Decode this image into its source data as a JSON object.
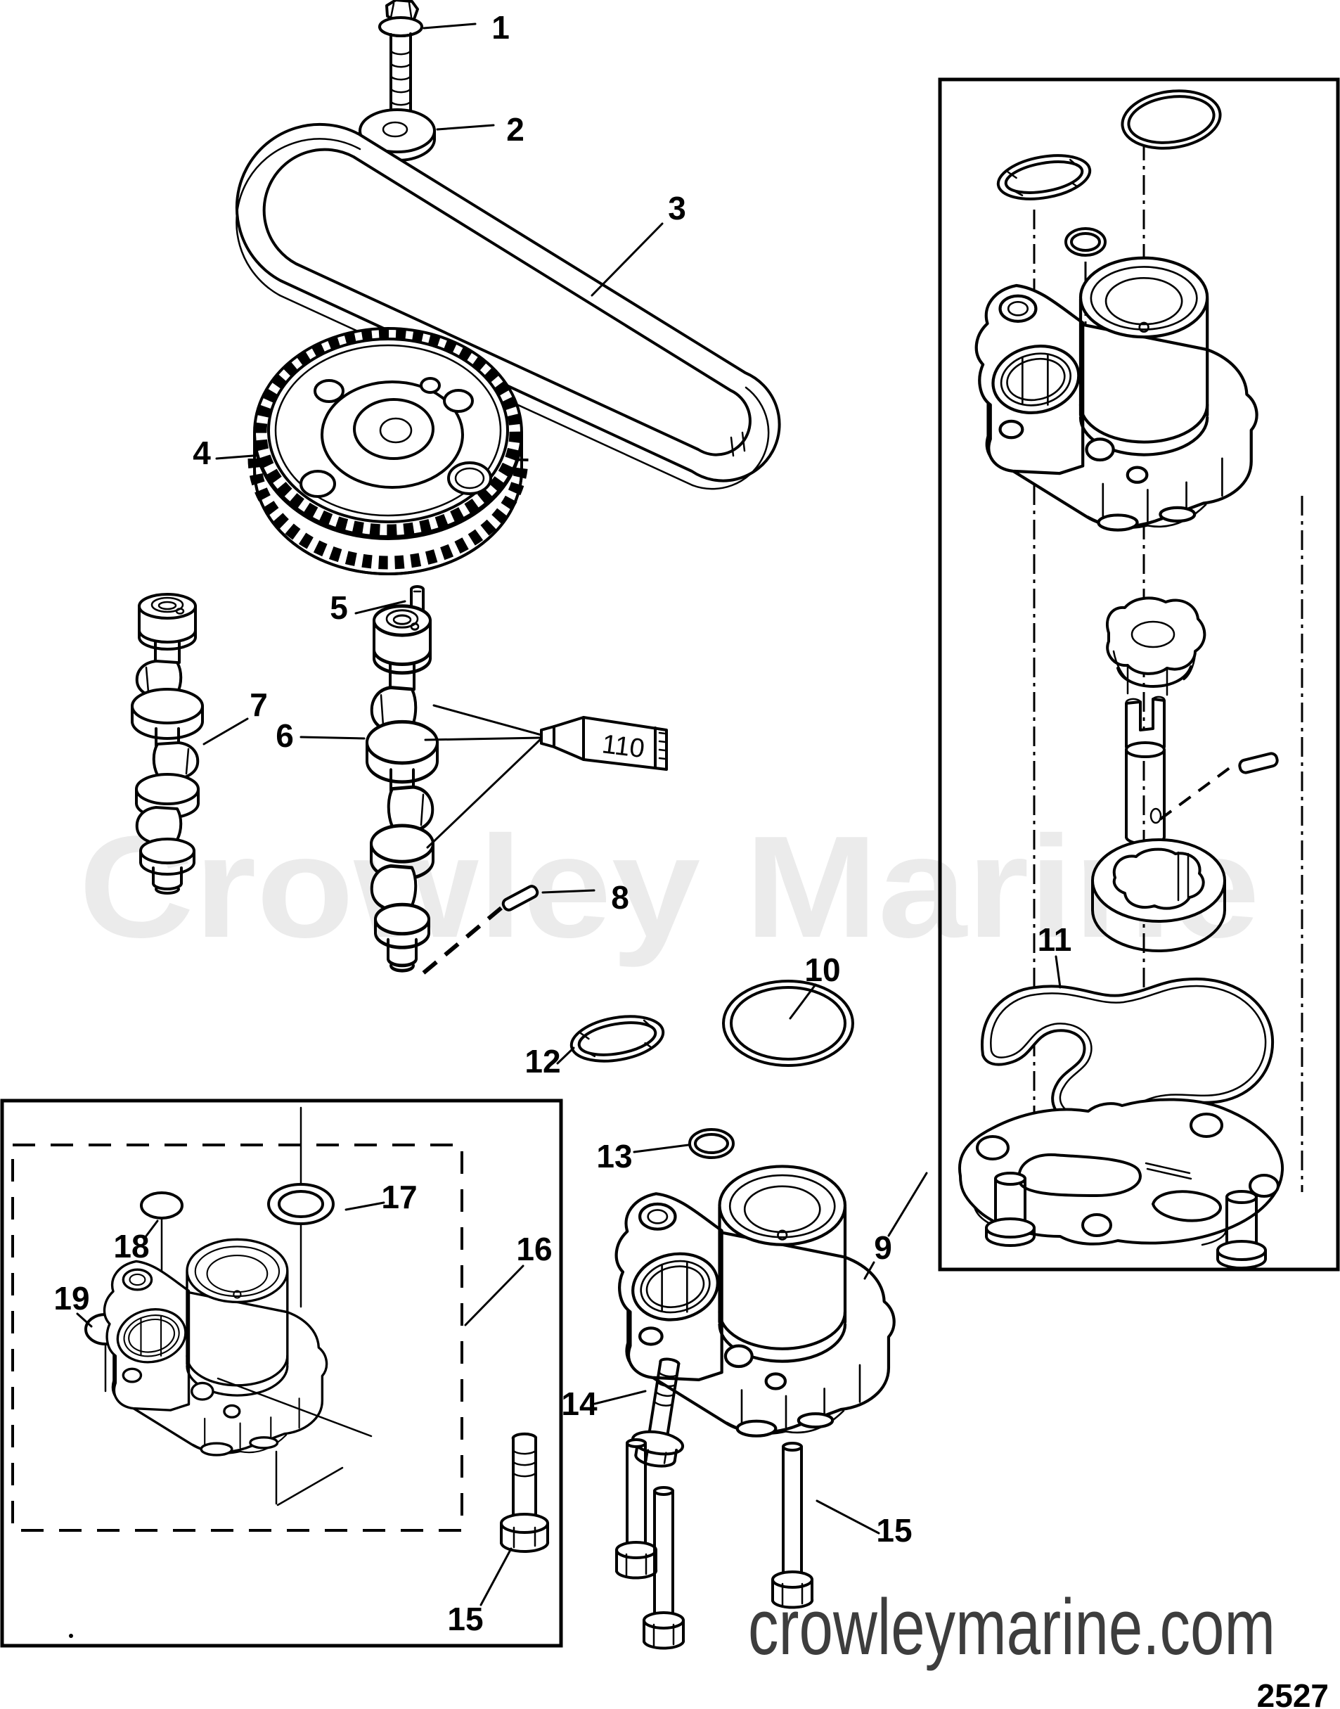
{
  "page": {
    "background_color": "#ffffff",
    "watermark_text": "Crowley Marine",
    "footer_site_text": "crowleymarine.com",
    "page_code": "2527",
    "line_color": "#000000",
    "watermark_color": "#ebebeb"
  },
  "diagram": {
    "kind": "exploded-parts-line-diagram",
    "subject": "camshaft, timing belt and oil pump assembly",
    "sealant_tube_text": "110",
    "callouts": [
      {
        "label": "1"
      },
      {
        "label": "2"
      },
      {
        "label": "3"
      },
      {
        "label": "4"
      },
      {
        "label": "5"
      },
      {
        "label": "6"
      },
      {
        "label": "7"
      },
      {
        "label": "8"
      },
      {
        "label": "9"
      },
      {
        "label": "10"
      },
      {
        "label": "11"
      },
      {
        "label": "12"
      },
      {
        "label": "13"
      },
      {
        "label": "14"
      },
      {
        "label": "15"
      },
      {
        "label": "15"
      },
      {
        "label": "16"
      },
      {
        "label": "17"
      },
      {
        "label": "18"
      },
      {
        "label": "19"
      }
    ]
  }
}
